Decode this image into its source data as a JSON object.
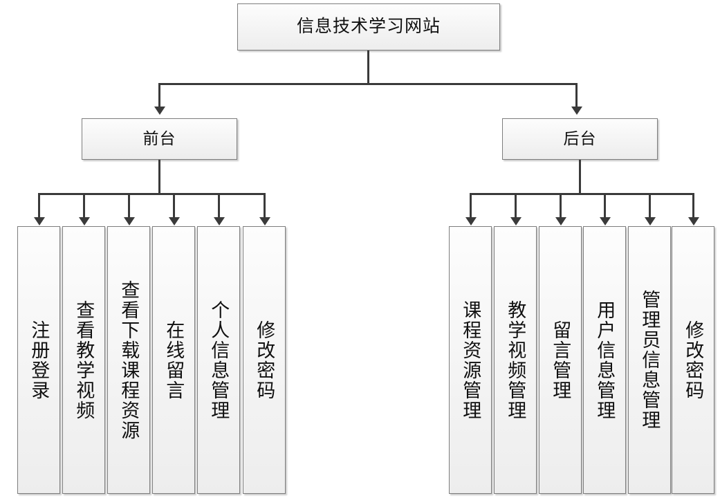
{
  "diagram": {
    "title": "信息技术学习网站",
    "type": "hierarchy-tree",
    "orientation": "top-down",
    "levels": 3,
    "root": {
      "label": "信息技术学习网站"
    },
    "branches": [
      {
        "id": "front",
        "label": "前台",
        "leaves": [
          {
            "id": "front-register-login",
            "label": "注册登录"
          },
          {
            "id": "front-watch-video",
            "label": "查看教学视频"
          },
          {
            "id": "front-download-resource",
            "label": "查看下载课程资源"
          },
          {
            "id": "front-online-message",
            "label": "在线留言"
          },
          {
            "id": "front-personal-info",
            "label": "个人信息管理"
          },
          {
            "id": "front-change-password",
            "label": "修改密码"
          }
        ]
      },
      {
        "id": "admin",
        "label": "后台",
        "leaves": [
          {
            "id": "admin-course-resource",
            "label": "课程资源管理"
          },
          {
            "id": "admin-video-manage",
            "label": "教学视频管理"
          },
          {
            "id": "admin-message-manage",
            "label": "留言管理"
          },
          {
            "id": "admin-user-info",
            "label": "用户信息管理"
          },
          {
            "id": "admin-admin-info",
            "label": "管理员信息管理"
          },
          {
            "id": "admin-change-password",
            "label": "修改密码"
          }
        ]
      }
    ],
    "colors": {
      "box_border": "#7d7d7d",
      "box_fill": "#f4f4f4",
      "connector": "#3a3a3a",
      "text": "#101010",
      "background": "#ffffff"
    }
  }
}
